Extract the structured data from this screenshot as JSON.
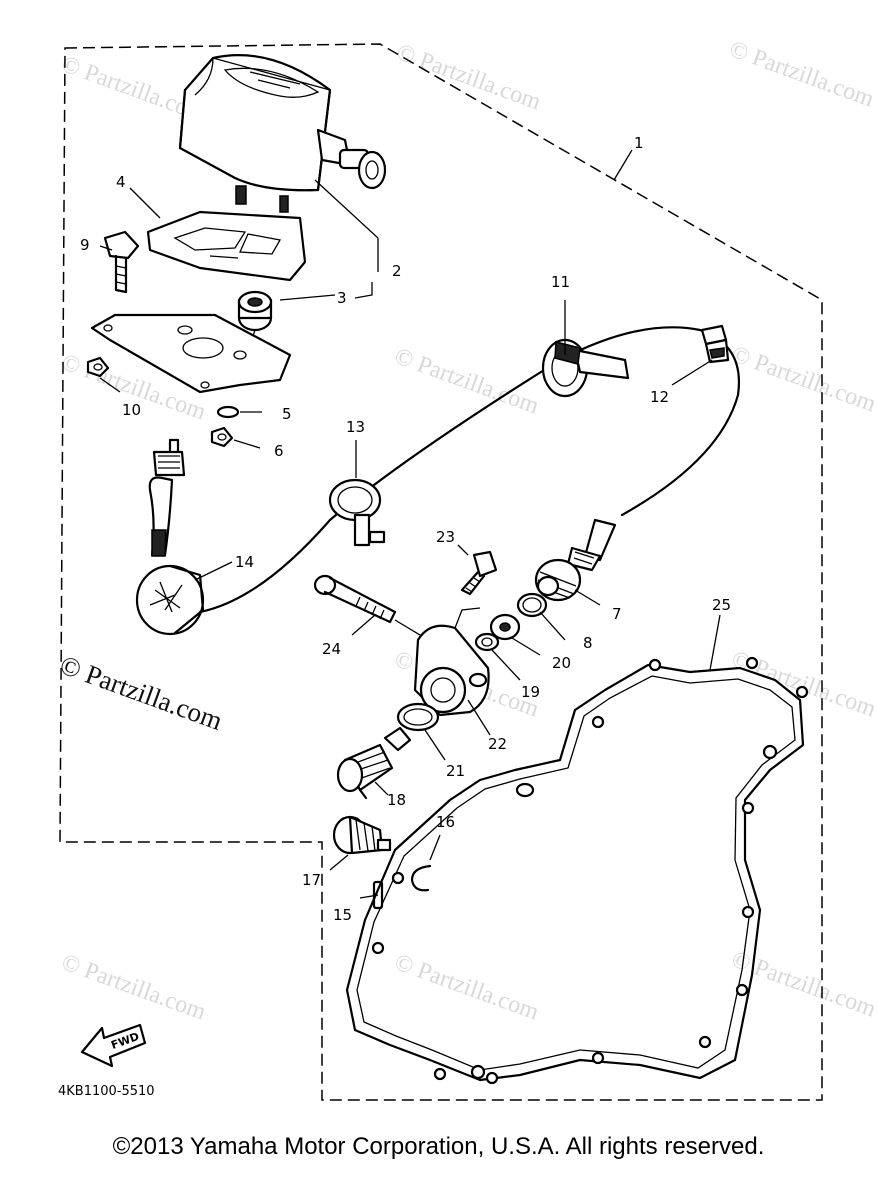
{
  "watermarks": [
    "© Partzilla.com"
  ],
  "watermark_featured": "© Partzilla.com",
  "drawing_code": "4KB1100-5510",
  "fwd_label": "FWD",
  "copyright": "©2013 Yamaha Motor Corporation, U.S.A. All rights reserved.",
  "callouts": [
    {
      "id": "1",
      "label": "1"
    },
    {
      "id": "2",
      "label": "2"
    },
    {
      "id": "3",
      "label": "3"
    },
    {
      "id": "4",
      "label": "4"
    },
    {
      "id": "5",
      "label": "5"
    },
    {
      "id": "6",
      "label": "6"
    },
    {
      "id": "7",
      "label": "7"
    },
    {
      "id": "8",
      "label": "8"
    },
    {
      "id": "9",
      "label": "9"
    },
    {
      "id": "10",
      "label": "10"
    },
    {
      "id": "11",
      "label": "11"
    },
    {
      "id": "12",
      "label": "12"
    },
    {
      "id": "13",
      "label": "13"
    },
    {
      "id": "14",
      "label": "14"
    },
    {
      "id": "15",
      "label": "15"
    },
    {
      "id": "16",
      "label": "16"
    },
    {
      "id": "17",
      "label": "17"
    },
    {
      "id": "18",
      "label": "18"
    },
    {
      "id": "19",
      "label": "19"
    },
    {
      "id": "20",
      "label": "20"
    },
    {
      "id": "21",
      "label": "21"
    },
    {
      "id": "22",
      "label": "22"
    },
    {
      "id": "23",
      "label": "23"
    },
    {
      "id": "24",
      "label": "24"
    },
    {
      "id": "25",
      "label": "25"
    }
  ]
}
